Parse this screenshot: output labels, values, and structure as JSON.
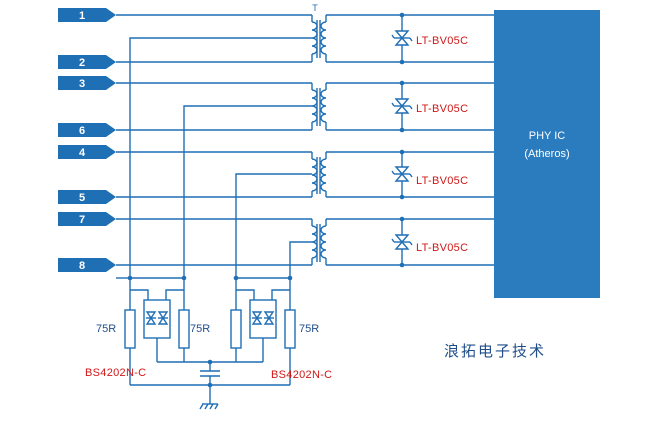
{
  "ports": [
    "1",
    "2",
    "3",
    "6",
    "4",
    "5",
    "7",
    "8"
  ],
  "transformer_label": "T",
  "tvs_labels": [
    "LT-BV05C",
    "LT-BV05C",
    "LT-BV05C",
    "LT-BV05C"
  ],
  "phy": {
    "line1": "PHY IC",
    "line2": "(Atheros)"
  },
  "resistor_labels": [
    "75R",
    "75R",
    "75R"
  ],
  "bs_labels": [
    "BS4202N-C",
    "BS4202N-C"
  ],
  "watermark": "浪拓电子技术",
  "colors": {
    "wire": "#1f6fb5",
    "port_fill": "#1f6fb5",
    "chip_fill": "#2b7bbf",
    "part_label": "#d01818"
  }
}
